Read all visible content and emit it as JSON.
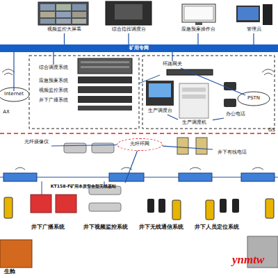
{
  "diagram": {
    "nodes": [
      {
        "text": [
          "视频监控大屏幕"
        ]
      },
      {
        "text": [
          "综合指挥调度台"
        ]
      },
      {
        "text": [
          "应急预案操作台"
        ]
      },
      {
        "text": [
          "管理员"
        ]
      },
      {
        "text": [
          "矿用专网"
        ]
      },
      {
        "text": [
          "综合调度系统"
        ]
      },
      {
        "text": [
          "应急预案系统"
        ]
      },
      {
        "text": [
          "视频监控系统"
        ]
      },
      {
        "text": [
          "井下广播系统"
        ]
      },
      {
        "text": [
          "环路网关"
        ]
      },
      {
        "text": [
          "生产调度台"
        ]
      },
      {
        "text": [
          "生产调度机"
        ]
      },
      {
        "text": [
          "办公电话"
        ]
      },
      {
        "text": [
          "PSTN"
        ]
      },
      {
        "text": [
          "Internet"
        ]
      },
      {
        "text": [
          "AX"
        ]
      },
      {
        "text": [
          "GS"
        ]
      },
      {
        "text": [
          "光纤环网"
        ]
      },
      {
        "text": [
          "光纤摄像仪"
        ]
      },
      {
        "text": [
          "井下有线电话"
        ]
      },
      {
        "text": [
          "KT158-F矿用本质安全型无线基站"
        ]
      },
      {
        "text": [
          "井下广播系统"
        ]
      },
      {
        "text": [
          "井下视频监控系统"
        ]
      },
      {
        "text": [
          "井下无线通信系统"
        ]
      },
      {
        "text": [
          "井下人员定位系统"
        ]
      },
      {
        "text": [
          "生舱"
        ]
      }
    ],
    "edges": [
      {
        "from": 0,
        "to": 4,
        "arrow": "none"
      },
      {
        "from": 1,
        "to": 4,
        "arrow": "none"
      },
      {
        "from": 2,
        "to": 4,
        "arrow": "none"
      },
      {
        "from": 3,
        "to": 4,
        "arrow": "none"
      },
      {
        "from": 5,
        "to": 4,
        "arrow": "none"
      },
      {
        "from": 9,
        "to": 4,
        "arrow": "none"
      },
      {
        "from": 14,
        "to": 4,
        "arrow": "none"
      },
      {
        "from": 9,
        "to": 13,
        "arrow": "none"
      },
      {
        "from": 10,
        "to": 11,
        "arrow": "none"
      },
      {
        "from": 11,
        "to": 12,
        "arrow": "none"
      },
      {
        "from": 17,
        "to": 18,
        "arrow": "none"
      },
      {
        "from": 17,
        "to": 19,
        "arrow": "none"
      },
      {
        "from": 17,
        "to": 20,
        "arrow": "none"
      }
    ],
    "labels": [
      "ynmtw"
    ]
  }
}
